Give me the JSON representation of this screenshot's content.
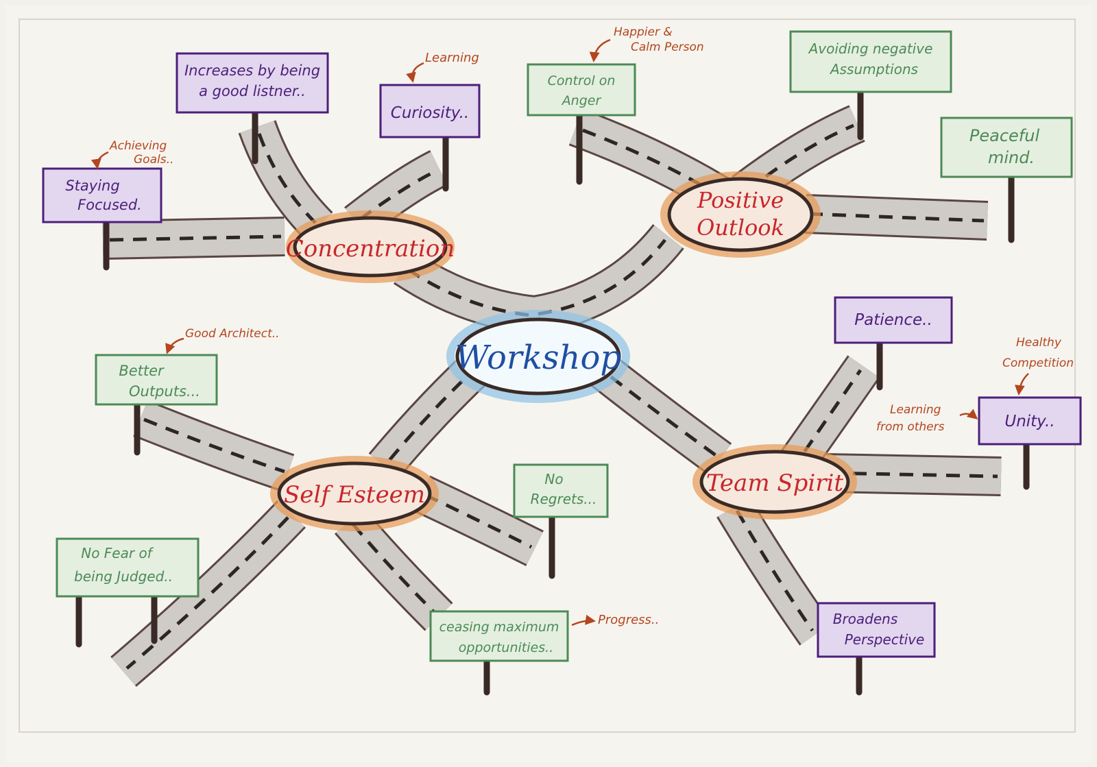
{
  "center": {
    "label": "Workshop"
  },
  "hubs": {
    "concentration": "Concentration",
    "positive_outlook": [
      "Positive",
      "Outlook"
    ],
    "self_esteem": "Self Esteem",
    "team_spirit": "Team Spirit"
  },
  "signs": {
    "listener": [
      "Increases by being",
      "a good listner.."
    ],
    "curiosity": [
      "Curiosity.."
    ],
    "focused": [
      "Staying",
      "Focused."
    ],
    "anger": [
      "Control on",
      "Anger"
    ],
    "assumptions": [
      "Avoiding negative",
      "Assumptions"
    ],
    "peaceful": [
      "Peaceful",
      "mind."
    ],
    "outputs": [
      "Better",
      "Outputs..."
    ],
    "regrets": [
      "No",
      "Regrets..."
    ],
    "fear": [
      "No Fear of",
      "being Judged.."
    ],
    "opportunities": [
      "ceasing maximum",
      "opportunities.."
    ],
    "patience": [
      "Patience.."
    ],
    "unity": [
      "Unity.."
    ],
    "perspective": [
      "Broadens",
      "Perspective"
    ]
  },
  "notes": {
    "learning": "Learning",
    "goals": [
      "Achieving",
      "Goals.."
    ],
    "happier": [
      "Happier &",
      "Calm Person"
    ],
    "architect": "Good Architect..",
    "progress": "Progress..",
    "competition": [
      "Healthy",
      "Competition"
    ],
    "learning_others": [
      "Learning",
      "from others"
    ]
  },
  "colors": {
    "road": "#cfcbc6",
    "road_edge": "#5a4642",
    "dash": "#2d2626",
    "hub_text": "#c8262c",
    "hub_fill": "#f6e8dc",
    "hub_glow": "#e79a55",
    "center_text": "#1f4fa3",
    "center_glow": "#8ec3e6",
    "purple": "#4b1f7a",
    "purple_fill": "#e3d6ef",
    "green": "#4c8a55",
    "green_fill": "#e4efe0",
    "note": "#b3461e",
    "post": "#3a2a26"
  }
}
